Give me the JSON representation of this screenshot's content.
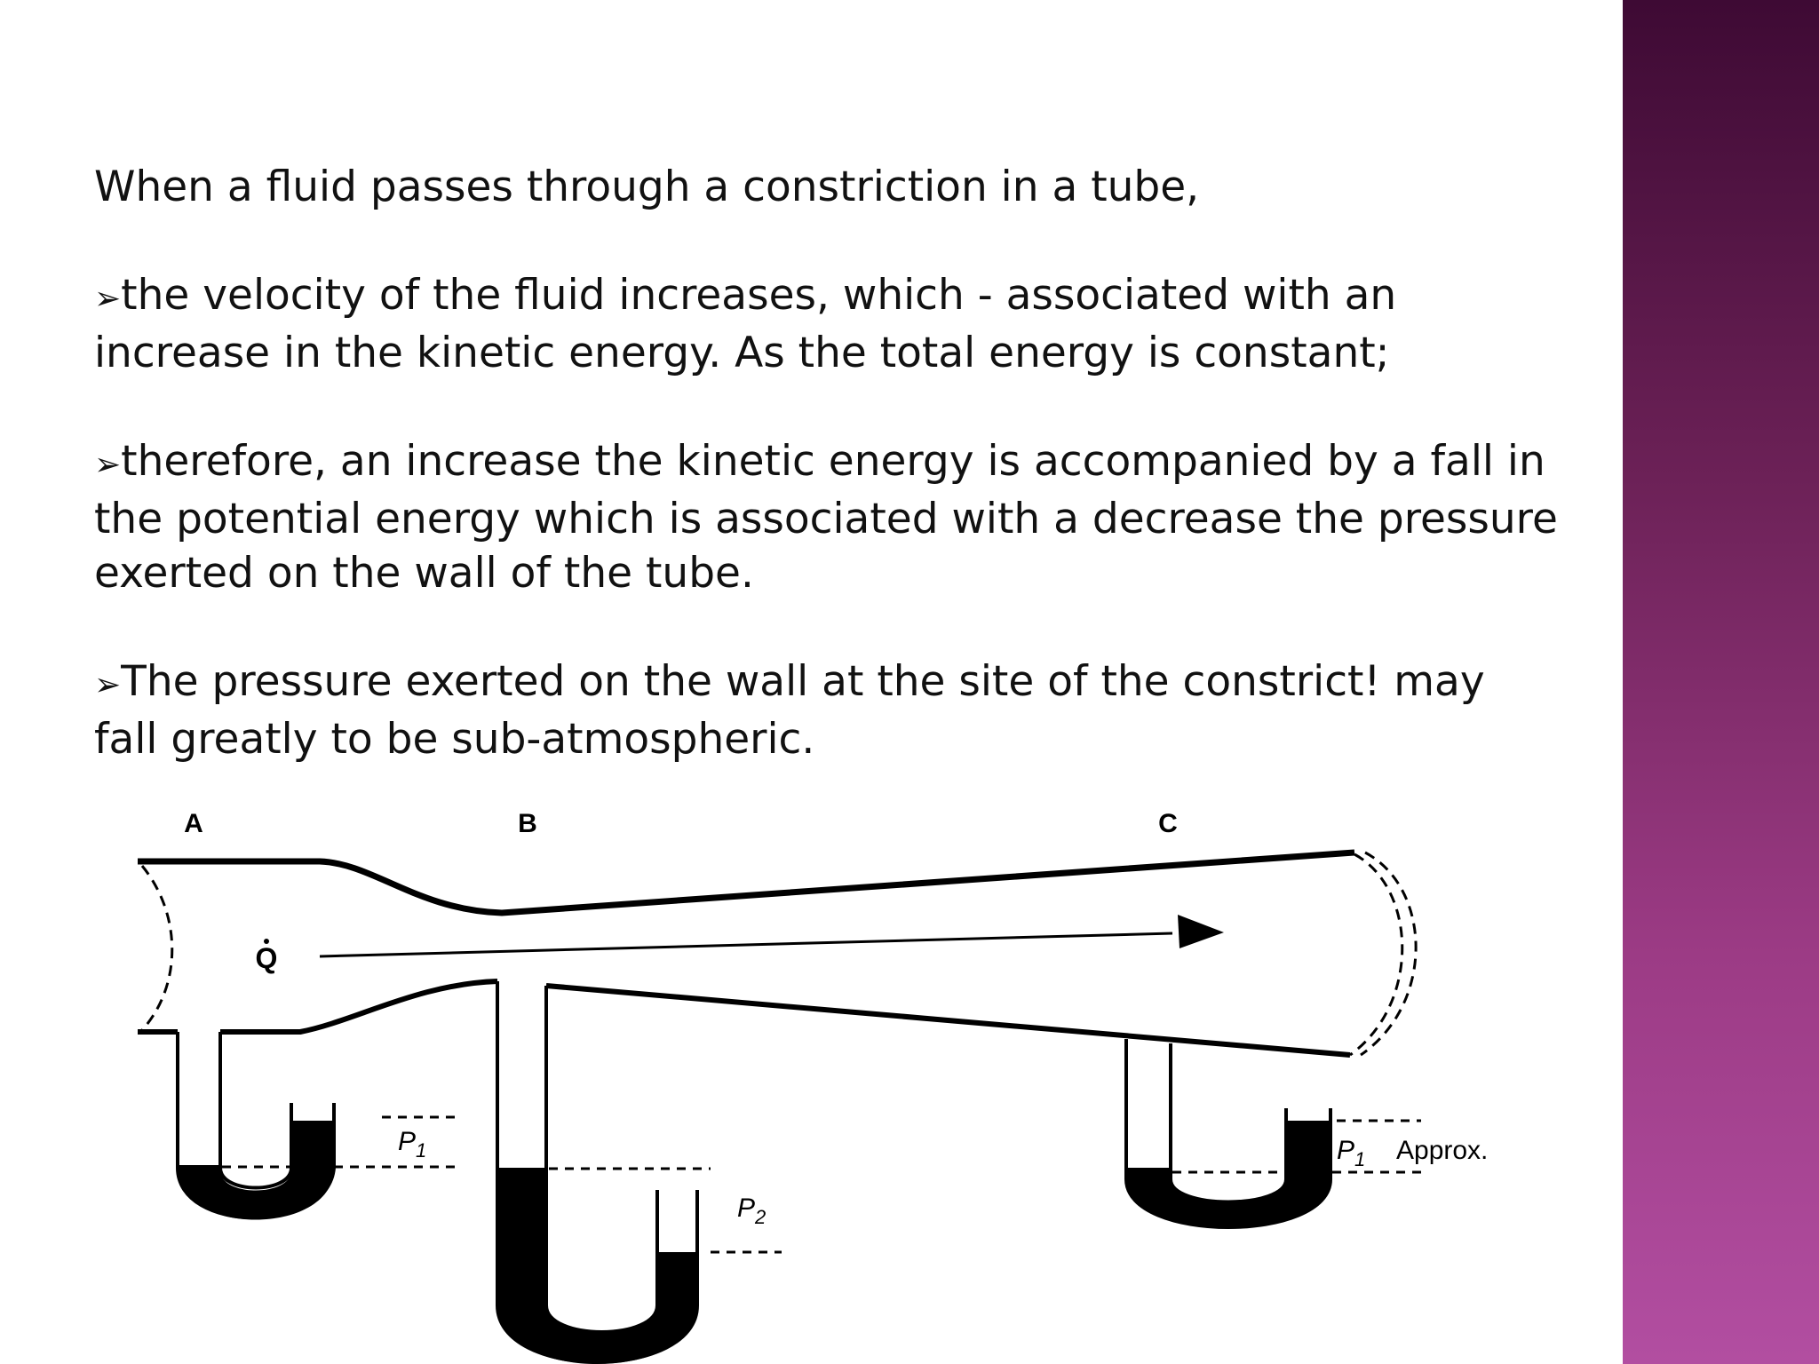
{
  "slide": {
    "intro": "When a fluid passes through a constriction in a tube,",
    "bullet_glyph": "➢",
    "bullets": [
      "the velocity of the fluid increases, which - associated with an\nincrease in the kinetic energy. As the total energy is constant;",
      "therefore, an increase the kinetic energy is accompanied by a fall in\nthe potential energy which is associated with a decrease the pressure\nexerted on the wall of the tube.",
      "The pressure exerted on the wall at the site of the constrict! may\nfall greatly to be sub-atmospheric."
    ]
  },
  "diagram": {
    "point_labels": [
      "A",
      "B",
      "C"
    ],
    "flow_label": "Q",
    "pressure_labels": {
      "p1_base": "P",
      "p1_sub": "1",
      "p2_base": "P",
      "p2_sub": "2",
      "approx": "Approx."
    }
  },
  "colors": {
    "sidebar_top": "#3e0a34",
    "sidebar_bottom": "#b24ea1",
    "text": "#111111"
  }
}
